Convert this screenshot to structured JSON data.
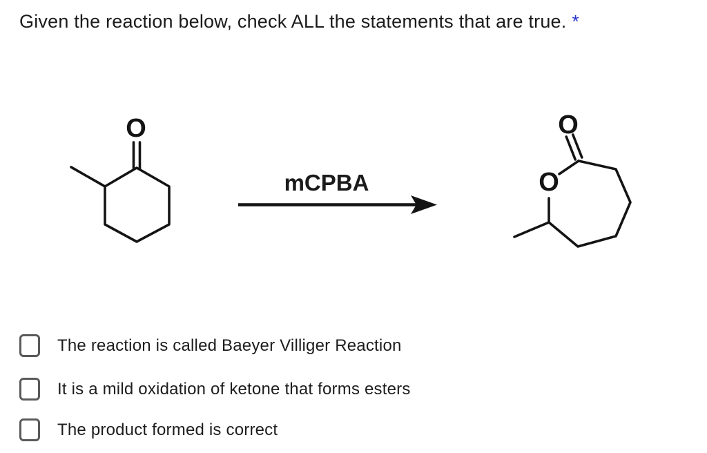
{
  "question": {
    "title": "Given the reaction below, check ALL the statements that are true.",
    "required_marker": "*"
  },
  "reaction": {
    "reagent_label": "mCPBA",
    "reactant": {
      "depicts": "2-methylcyclohexanone skeletal structure",
      "carbonyl_oxygen_label": "O"
    },
    "product": {
      "depicts": "7-membered lactone (methyl oxepanone) skeletal structure",
      "carbonyl_oxygen_label": "O",
      "ring_oxygen_label": "O"
    }
  },
  "options": [
    {
      "label": "The reaction is called Baeyer Villiger Reaction",
      "checked": false
    },
    {
      "label": "It is a mild oxidation of ketone that forms esters",
      "checked": false
    },
    {
      "label": "The product formed is correct",
      "checked": false
    }
  ],
  "colors": {
    "required_marker": "#2433c8",
    "text": "#1b1b1b",
    "checkbox_border": "#5a5a5a",
    "structure_lines": "#141414"
  }
}
